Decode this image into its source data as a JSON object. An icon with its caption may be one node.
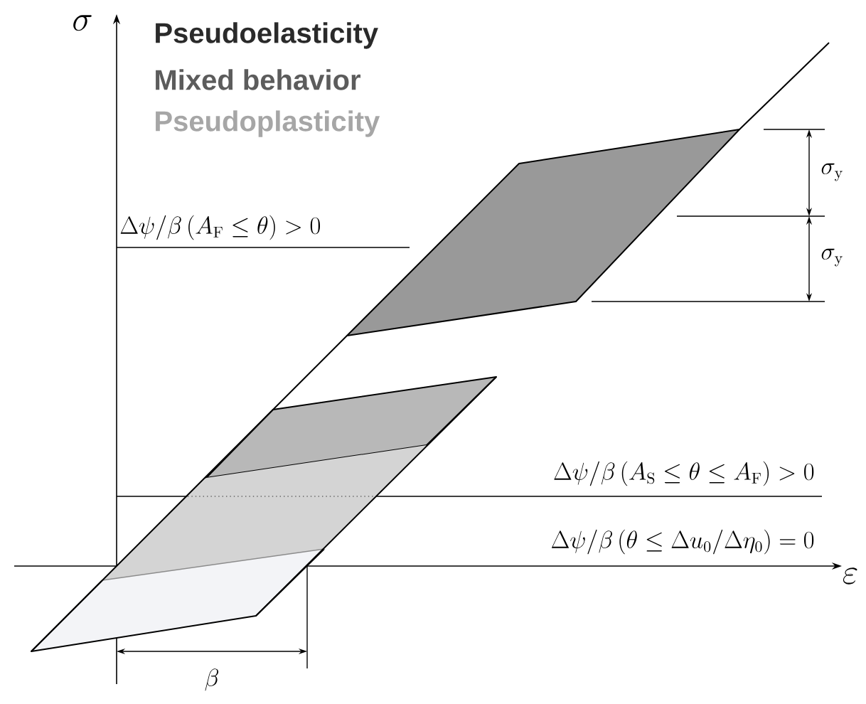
{
  "diagram": {
    "labels": [
      "\\sigma",
      "Pseudoelasticity",
      "Mixed behavior",
      "Pseudoplasticity",
      "\\sigma_{\\mathrm{y}}",
      "\\Delta\\psi/\\beta\\,(A_{\\mathrm{F}}\\leq\\theta)>0",
      "\\sigma_{\\mathrm{y}}",
      "\\Delta\\psi/\\beta\\,(A_{\\mathrm{S}}\\leq\\theta\\leq A_{\\mathrm{F}})>0",
      "\\Delta\\psi/\\beta\\,(\\theta\\leq\\Delta u_0/\\Delta\\eta_0)=0",
      "\\varepsilon",
      "\\beta"
    ]
  }
}
